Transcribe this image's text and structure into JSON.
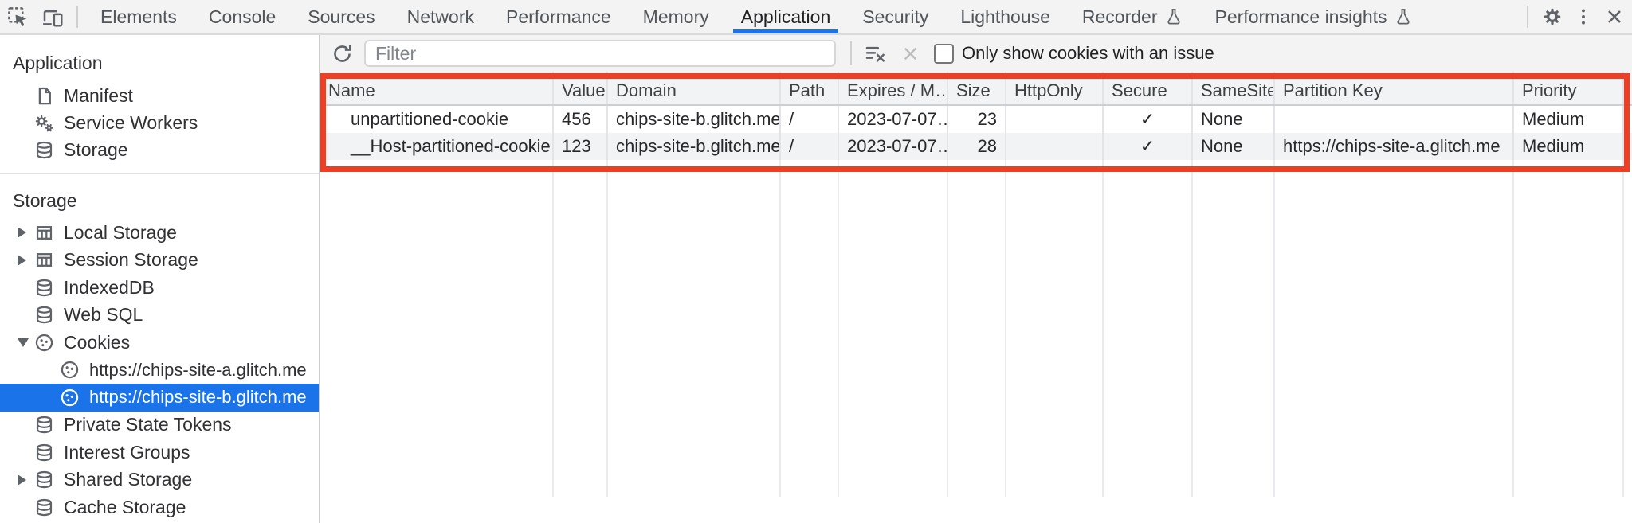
{
  "tabs": {
    "items": [
      {
        "label": "Elements"
      },
      {
        "label": "Console"
      },
      {
        "label": "Sources"
      },
      {
        "label": "Network"
      },
      {
        "label": "Performance"
      },
      {
        "label": "Memory"
      },
      {
        "label": "Application",
        "active": true
      },
      {
        "label": "Security"
      },
      {
        "label": "Lighthouse"
      },
      {
        "label": "Recorder",
        "experimental": true
      },
      {
        "label": "Performance insights",
        "experimental": true
      }
    ]
  },
  "icons": {
    "inspect": "inspect-cursor-icon",
    "device_toolbar": "device-toolbar-icon",
    "experiment": "flask-icon",
    "settings": "gear-icon",
    "more": "kebab-menu-icon",
    "close": "close-icon",
    "refresh": "refresh-icon",
    "clear_filter": "clear-filter-icon",
    "delete": "x-icon",
    "checkmark": "✓"
  },
  "sidebar": {
    "sections": [
      {
        "title": "Application",
        "items": [
          {
            "label": "Manifest",
            "icon": "document-icon"
          },
          {
            "label": "Service Workers",
            "icon": "gears-icon"
          },
          {
            "label": "Storage",
            "icon": "database-icon"
          }
        ]
      },
      {
        "title": "Storage",
        "items": [
          {
            "label": "Local Storage",
            "icon": "table-icon",
            "state": "collapsed"
          },
          {
            "label": "Session Storage",
            "icon": "table-icon",
            "state": "collapsed"
          },
          {
            "label": "IndexedDB",
            "icon": "database-icon"
          },
          {
            "label": "Web SQL",
            "icon": "database-icon"
          },
          {
            "label": "Cookies",
            "icon": "cookie-icon",
            "state": "expanded",
            "children": [
              {
                "label": "https://chips-site-a.glitch.me",
                "icon": "cookie-icon"
              },
              {
                "label": "https://chips-site-b.glitch.me",
                "icon": "cookie-icon",
                "selected": true
              }
            ]
          },
          {
            "label": "Private State Tokens",
            "icon": "database-icon"
          },
          {
            "label": "Interest Groups",
            "icon": "database-icon"
          },
          {
            "label": "Shared Storage",
            "icon": "database-icon",
            "state": "collapsed"
          },
          {
            "label": "Cache Storage",
            "icon": "database-icon"
          }
        ]
      }
    ]
  },
  "toolbar": {
    "filter_placeholder": "Filter",
    "filter_value": "",
    "only_issues_label": "Only show cookies with an issue",
    "only_issues_checked": false
  },
  "cookie_table": {
    "columns": [
      "Name",
      "Value",
      "Domain",
      "Path",
      "Expires / M…",
      "Size",
      "HttpOnly",
      "Secure",
      "SameSite",
      "Partition Key",
      "Priority"
    ],
    "rows": [
      {
        "name": "unpartitioned-cookie",
        "value": "456",
        "domain": "chips-site-b.glitch.me",
        "path": "/",
        "expires": "2023-07-07…",
        "size": "23",
        "http_only": "",
        "secure": "✓",
        "same_site": "None",
        "partition_key": "",
        "priority": "Medium"
      },
      {
        "name": "__Host-partitioned-cookie",
        "value": "123",
        "domain": "chips-site-b.glitch.me",
        "path": "/",
        "expires": "2023-07-07…",
        "size": "28",
        "http_only": "",
        "secure": "✓",
        "same_site": "None",
        "partition_key": "https://chips-site-a.glitch.me",
        "priority": "Medium"
      }
    ]
  },
  "colors": {
    "accent_blue": "#1a73e8",
    "selected_row_bg": "#1a73e8",
    "annotation_red": "#ee3e23",
    "toolbar_bg": "#f3f3f3",
    "header_bg": "#f1f3f4",
    "row_stripe": "#f2f3f5"
  }
}
